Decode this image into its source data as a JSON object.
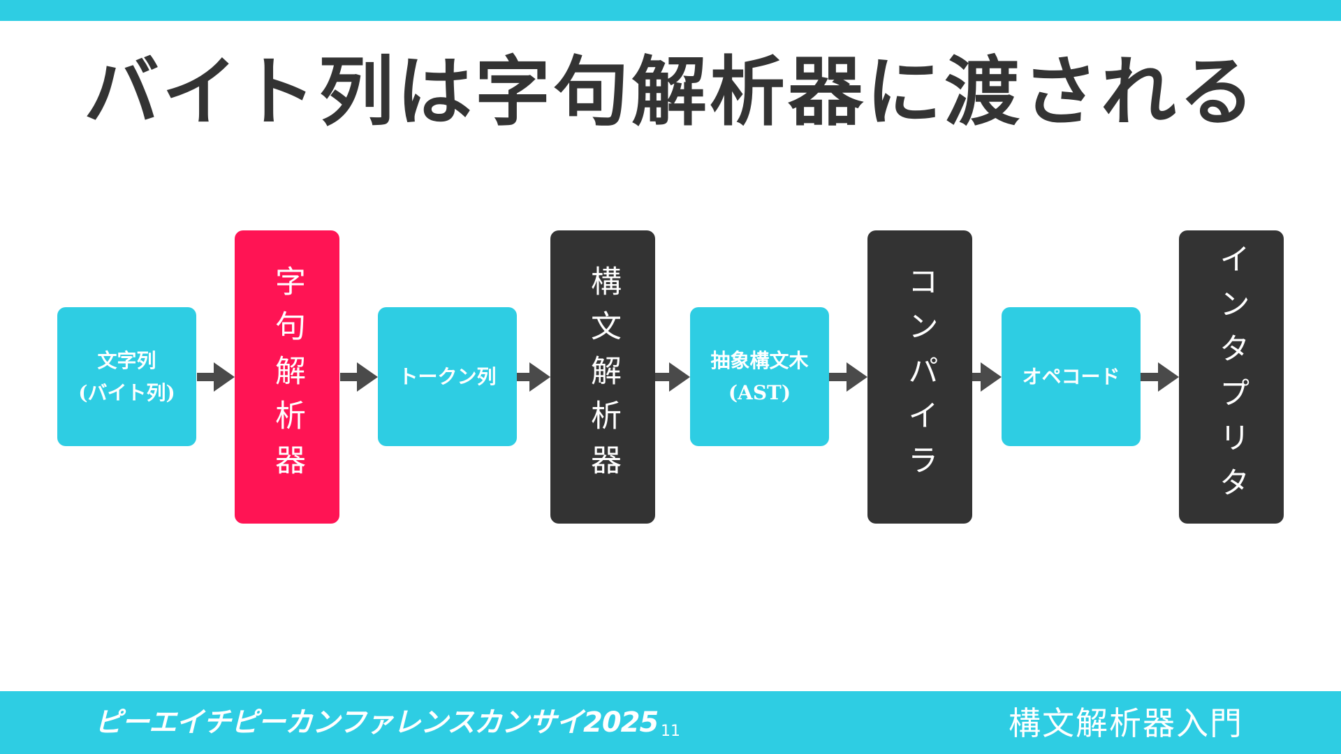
{
  "title": "バイト列は字句解析器に渡される",
  "colors": {
    "cyan": "#2ecde3",
    "red": "#ff1454",
    "dark": "#333333"
  },
  "diagram": {
    "nodes": [
      {
        "id": "bytes",
        "label": "文字列\n(バイト列)",
        "style": "data"
      },
      {
        "id": "lexer",
        "label": "字句解析器",
        "style": "highlight"
      },
      {
        "id": "tokens",
        "label": "トークン列",
        "style": "data"
      },
      {
        "id": "parser",
        "label": "構文解析器",
        "style": "process"
      },
      {
        "id": "ast",
        "label": "抽象構文木\n(AST)",
        "style": "data"
      },
      {
        "id": "compiler",
        "label": "コンパイラ",
        "style": "process"
      },
      {
        "id": "opcode",
        "label": "オペコード",
        "style": "data"
      },
      {
        "id": "interpreter",
        "label": "インタプリタ",
        "style": "process"
      }
    ],
    "edges": [
      {
        "from": "bytes",
        "to": "lexer"
      },
      {
        "from": "lexer",
        "to": "tokens"
      },
      {
        "from": "tokens",
        "to": "parser"
      },
      {
        "from": "parser",
        "to": "ast"
      },
      {
        "from": "ast",
        "to": "compiler"
      },
      {
        "from": "compiler",
        "to": "opcode"
      },
      {
        "from": "opcode",
        "to": "interpreter"
      }
    ]
  },
  "footer": {
    "event_name": "ピーエイチピーカンファレンスカンサイ2025",
    "page_number": "11",
    "talk_title": "構文解析器入門"
  }
}
